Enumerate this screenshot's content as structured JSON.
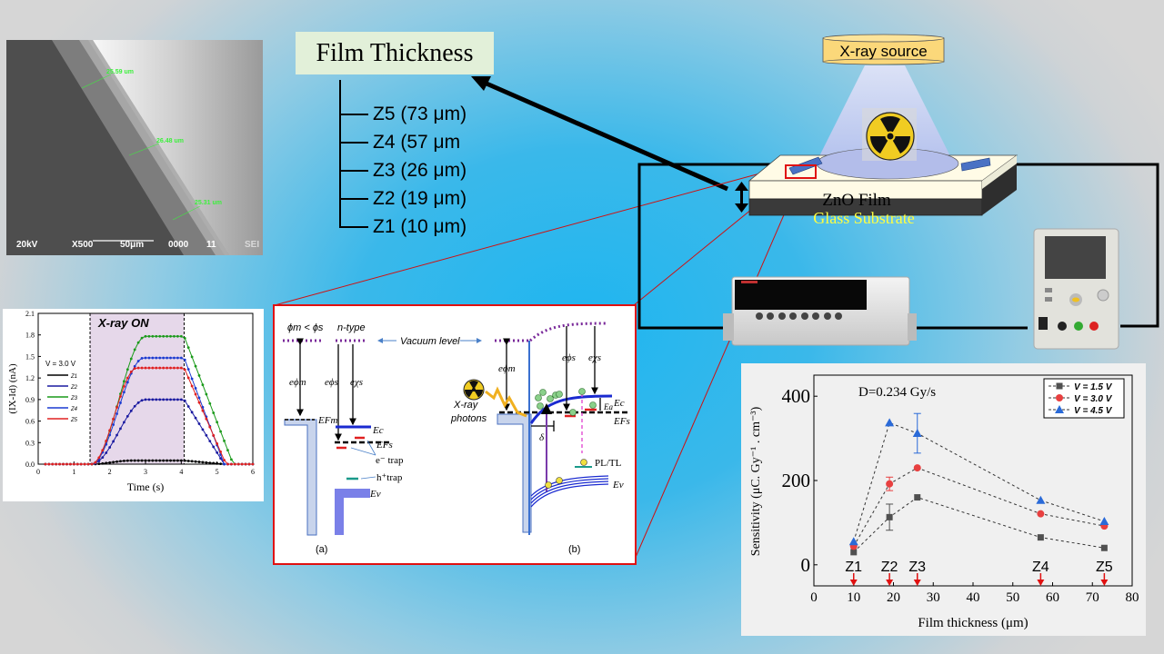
{
  "sem": {
    "measurements": [
      "25.59 um",
      "26.48 um",
      "25.31 um"
    ],
    "voltage": "20kV",
    "magnification": "X500",
    "scale": "50μm",
    "id": "0000",
    "extra": "11",
    "mode": "SEI"
  },
  "film_thickness": {
    "title": "Film Thickness",
    "items": [
      "Z5 (73 μm)",
      "Z4 (57 μm",
      "Z3 (26 μm)",
      "Z2 (19 μm)",
      "Z1 (10 μm)"
    ]
  },
  "setup": {
    "source_label": "X-ray source",
    "film_label": "ZnO Film",
    "substrate_label": "Glass Substrate"
  },
  "band_diagram": {
    "a": {
      "cond": "ϕm < ϕs",
      "type": "n-type",
      "vacuum": "Vacuum level",
      "ephi_m": "eϕm",
      "ephi_s": "eϕs",
      "echi_s": "eχs",
      "efm": "EFm",
      "ec": "Ec",
      "efs": "EFs",
      "etrap": "e⁻ trap",
      "htrap": "h⁺trap",
      "ev": "Ev",
      "panel": "(a)"
    },
    "b": {
      "ephi_m": "eϕm",
      "ephi_s": "eϕs",
      "echi_s": "eχs",
      "xray1": "X-ray",
      "xray2": "photons",
      "ec": "Ec",
      "ea": "Ea",
      "efs": "EFs",
      "delta": "δ",
      "pltl": "PL/TL",
      "ev": "Ev",
      "panel": "(b)"
    }
  },
  "chart_data": [
    {
      "type": "line",
      "title": "",
      "annotation": "X-ray ON",
      "condition": "V = 3.0 V",
      "xlabel": "Time (s)",
      "ylabel": "(IX-Id) (nA)",
      "xlim": [
        0,
        6
      ],
      "ylim": [
        0,
        2.1
      ],
      "xticks": [
        "0",
        "1",
        "2",
        "3",
        "4",
        "5",
        "6"
      ],
      "yticks": [
        "0.0",
        "0.3",
        "0.6",
        "0.9",
        "1.2",
        "1.5",
        "1.8",
        "2.1"
      ],
      "xray_on_interval": [
        1.45,
        4.08
      ],
      "series": [
        {
          "name": "Z1",
          "color": "#000000",
          "plateau": 0.05,
          "rise_end": 2.6,
          "fall_end": 5.2
        },
        {
          "name": "Z2",
          "color": "#1a1aa0",
          "plateau": 0.9,
          "rise_end": 3.0,
          "fall_end": 5.2
        },
        {
          "name": "Z3",
          "color": "#1a9a1a",
          "plateau": 1.78,
          "rise_end": 3.0,
          "fall_end": 5.45
        },
        {
          "name": "Z4",
          "color": "#1a3ad0",
          "plateau": 1.48,
          "rise_end": 2.95,
          "fall_end": 5.2
        },
        {
          "name": "Z5",
          "color": "#e02020",
          "plateau": 1.34,
          "rise_end": 2.75,
          "fall_end": 5.25
        }
      ]
    },
    {
      "type": "line",
      "annotation": "D=0.234 Gy/s",
      "xlabel": "Film thickness (μm)",
      "ylabel": "Sensitivity (μC. Gy⁻¹ . cm⁻³)",
      "xlim": [
        0,
        80
      ],
      "ylim": [
        -50,
        450
      ],
      "xticks": [
        "0",
        "10",
        "20",
        "30",
        "40",
        "50",
        "60",
        "70",
        "80"
      ],
      "yticks": [
        "0",
        "200",
        "400"
      ],
      "x": [
        10,
        19,
        26,
        57,
        73
      ],
      "point_labels": [
        "Z1",
        "Z2",
        "Z3",
        "Z4",
        "Z5"
      ],
      "legend_position": "top-right",
      "series": [
        {
          "name": "V = 1.5 V",
          "color": "#505050",
          "marker": "square",
          "values": [
            30,
            113,
            160,
            65,
            40
          ],
          "errors": [
            0,
            31,
            0,
            0,
            0
          ]
        },
        {
          "name": "V = 3.0 V",
          "color": "#e84040",
          "marker": "circle",
          "values": [
            44,
            192,
            230,
            121,
            92
          ],
          "errors": [
            0,
            16,
            0,
            0,
            0
          ]
        },
        {
          "name": "V = 4.5 V",
          "color": "#2a6ad8",
          "marker": "triangle",
          "values": [
            55,
            337,
            312,
            153,
            103
          ],
          "errors": [
            0,
            0,
            47,
            0,
            0
          ]
        }
      ]
    }
  ]
}
